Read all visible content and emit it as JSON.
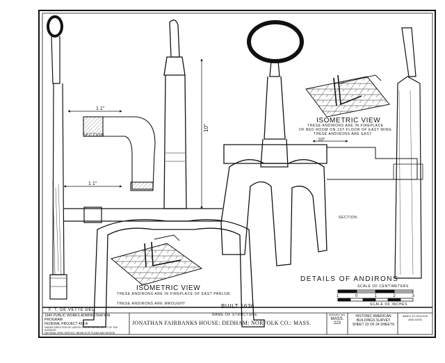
{
  "labels": {
    "dim_11_top": "1 1\"",
    "dim_11_bottom": "1 1\"",
    "section_left": "SECTION",
    "dim_10_vertical": "10\"",
    "iso_right_title": "ISOMETRIC VIEW",
    "iso_right_line1": "THESE ANDIRONS ARE IN FIREPLACE",
    "iso_right_line2": "OF BED ROOM ON 1ST FLOOR OF EAST WING",
    "iso_right_line3": "THESE ANDIRONS ARE EAST.",
    "dim_10_horizontal": "10\"",
    "section_right": "SECTION.",
    "iso_left_title": "ISOMETRIC VIEW",
    "iso_left_line1": "THESE ANDIRONS ARE IN FIREPLACE OF EAST PARLOR.",
    "wrought": "THESE ANDIRONS ARE WROUGHT",
    "built": "BUILT 1636",
    "drawing_title": "DETAILS OF ANDIRONS",
    "scale_cm": "SCALE OF CENTIMETERS",
    "scale_in": "SCALE OF INCHES",
    "scale_ticks": [
      "1",
      "0",
      "1",
      "2",
      "3"
    ]
  },
  "title_block": {
    "delineator": "F. T. DE VETTE DEL.",
    "wpa_line1": "1940 PUBLIC WORKS ADMINISTRATION PROGRAM",
    "wpa_line2": "FEDERAL PROJECT 458-A",
    "wpa_line3": "UNDER DIRECTION OF UNITED STATES DEPARTMENT OF THE INTERIOR",
    "wpa_line4": "NATIONAL PARK SERVICE, BRANCH OF PLANS AND DESIGN",
    "structure_caption": "NAME OF STRUCTURE",
    "structure_name": "JONATHAN FAIRBANKS HOUSE: DEDHAM: NORFOLK CO.: MASS.",
    "survey_no_caption": "SURVEY NO.",
    "survey_state": "MASS.",
    "survey_number": "223",
    "habs_line1": "HISTORIC AMERICAN",
    "habs_line2": "BUILDINGS SURVEY",
    "sheet_text": "SHEET 23 OF 24 SHEETS",
    "index_line1": "INDEX TO PHOTOS",
    "index_line2": "AND DATA"
  }
}
